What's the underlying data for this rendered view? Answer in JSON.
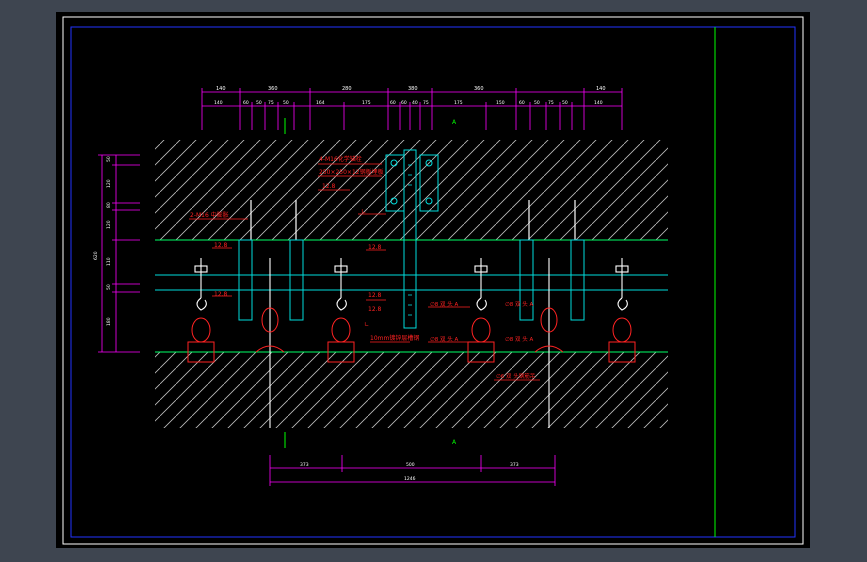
{
  "colors": {
    "background": "#3e4550",
    "sheet": "#000000",
    "frame": "#ffffff",
    "inner_frame": "#2233ff",
    "dimension": "#ff00ff",
    "annotation": "#ff2222",
    "steel": "#00dddd",
    "ceiling_line": "#00ff66",
    "hatch": "#cccccc",
    "marker": "#00ff00",
    "bolt": "#ffffff"
  },
  "top_dims_row1": [
    "140",
    "360",
    "280",
    "380",
    "360",
    "140"
  ],
  "top_dims_row2": [
    "140",
    "60",
    "50",
    "75",
    "50",
    "164",
    "175",
    "60",
    "60",
    "40",
    "75",
    "175",
    "150",
    "60",
    "50",
    "75",
    "50",
    "140"
  ],
  "left_dims": [
    "50",
    "120",
    "80",
    "120",
    "110",
    "50",
    "180"
  ],
  "left_dim_total": "620",
  "section_marks": [
    "A",
    "A"
  ],
  "callouts": {
    "anchor_plate_bolts": "4-M16化学锚栓",
    "anchor_plate": "250×250×12钢板埋板",
    "plate_weld": "12.8",
    "anchor_label": "2-M16  中膨胀",
    "weld_1": "12.8",
    "weld_2": "12.8",
    "weld_3": "12.8",
    "weld_4": "12.8",
    "weld_5": "12.8",
    "angle_label": "∟",
    "bolt_label_1": "∅8 双 头 A",
    "bolt_label_2": "∅8 双 头 A",
    "bolt_label_3": "∅8 双 头 A",
    "bolt_label_4": "∅8 双 头 A",
    "channel_label": "10mm镀锌层槽钢",
    "steel_rod_label": "∅6 双 头钢筋吊",
    "clip_label": "∟"
  },
  "bottom_dims": [
    "373",
    "500",
    "373"
  ],
  "bottom_total": "1246"
}
